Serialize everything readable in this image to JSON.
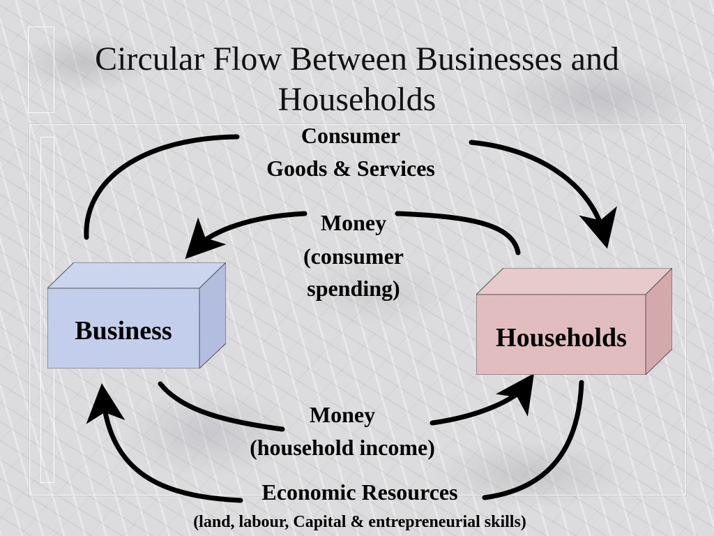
{
  "title": {
    "line1": "Circular Flow Between Businesses and",
    "line2": "Households"
  },
  "nodes": {
    "business": "Business",
    "households": "Households"
  },
  "flows": {
    "goods": {
      "line1": "Consumer",
      "line2": "Goods & Services"
    },
    "spending": {
      "line1": "Money",
      "line2": "(consumer",
      "line3": "spending)"
    },
    "income": {
      "line1": "Money",
      "line2": "(household income)"
    },
    "resources": {
      "line1": "Economic Resources",
      "line2": "(land, labour, Capital & entrepreneurial skills)"
    }
  },
  "colors": {
    "business_box": "#c9d4f2",
    "households_box": "#e8c2c4",
    "arrow": "#000000"
  }
}
